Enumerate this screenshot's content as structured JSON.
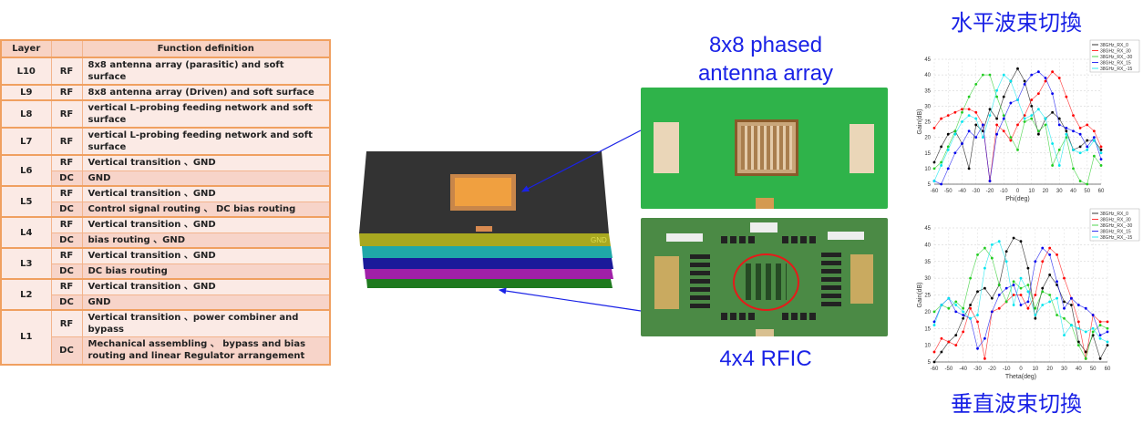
{
  "table": {
    "headers": [
      "Layer",
      "",
      "Function  definition"
    ],
    "rows": [
      {
        "layer": "L10",
        "type": "RF",
        "function": "8x8 antenna array (parasitic) and soft surface"
      },
      {
        "layer": "L9",
        "type": "RF",
        "function": "8x8 antenna array (Driven) and soft surface"
      },
      {
        "layer": "L8",
        "type": "RF",
        "function": "vertical L-probing feeding network and soft surface"
      },
      {
        "layer": "L7",
        "type": "RF",
        "function": "vertical L-probing feeding network and soft surface"
      },
      {
        "layer": "L6",
        "type": "RF",
        "function": "Vertical transition 、GND"
      },
      {
        "layer": "",
        "type": "DC",
        "function": "GND"
      },
      {
        "layer": "L5",
        "type": "RF",
        "function": "Vertical transition 、GND"
      },
      {
        "layer": "",
        "type": "DC",
        "function": "Control signal routing  、 DC bias routing"
      },
      {
        "layer": "L4",
        "type": "RF",
        "function": "Vertical transition 、GND"
      },
      {
        "layer": "",
        "type": "DC",
        "function": "bias routing 、GND"
      },
      {
        "layer": "L3",
        "type": "RF",
        "function": "Vertical transition 、GND"
      },
      {
        "layer": "",
        "type": "DC",
        "function": "DC bias routing"
      },
      {
        "layer": "L2",
        "type": "RF",
        "function": "Vertical transition 、GND"
      },
      {
        "layer": "",
        "type": "DC",
        "function": "GND"
      },
      {
        "layer": "L1",
        "type": "RF",
        "function": "Vertical transition 、power combiner and bypass"
      },
      {
        "layer": "",
        "type": "DC",
        "function": "Mechanical assembling  、 bypass and  bias routing and linear Regulator arrangement"
      }
    ]
  },
  "labels": {
    "antenna_title_line1": "8x8 phased",
    "antenna_title_line2": "antenna array",
    "rfic_title": "4x4 RFIC",
    "horizontal_title": "水平波束切換",
    "vertical_title": "垂直波束切換",
    "layer_stack_gnd": "GND"
  },
  "colors": {
    "title_blue": "#1a22e6",
    "arrow_blue": "#1a22e6"
  },
  "chart_data": [
    {
      "type": "line",
      "title": "",
      "xlabel": "Phi(deg)",
      "ylabel": "Gain(dB)",
      "xlim": [
        -60,
        60
      ],
      "ylim": [
        5,
        45
      ],
      "xticks": [
        -60,
        -50,
        -40,
        -30,
        -20,
        -10,
        0,
        10,
        20,
        30,
        40,
        50,
        60
      ],
      "yticks": [
        5,
        10,
        15,
        20,
        25,
        30,
        35,
        40,
        45
      ],
      "grid": true,
      "legend": "top-right",
      "x": [
        -60,
        -55,
        -50,
        -45,
        -40,
        -35,
        -30,
        -25,
        -20,
        -15,
        -10,
        -5,
        0,
        5,
        10,
        15,
        20,
        25,
        30,
        35,
        40,
        45,
        50,
        55,
        60
      ],
      "series": [
        {
          "name": "38GHz_RX_0",
          "color": "#000000",
          "values": [
            12,
            17,
            21,
            22,
            18,
            10,
            24,
            22,
            29,
            26,
            33,
            38,
            42,
            38,
            30,
            21,
            26,
            28,
            26,
            22,
            16,
            17,
            19,
            19,
            16
          ]
        },
        {
          "name": "38GHz_RX_30",
          "color": "#ff0000",
          "values": [
            23,
            26,
            27,
            28,
            29,
            29,
            28,
            24,
            6,
            24,
            22,
            19,
            24,
            27,
            32,
            34,
            38,
            41,
            39,
            33,
            27,
            23,
            24,
            22,
            17
          ]
        },
        {
          "name": "38GHz_RX_-30",
          "color": "#22cc22",
          "values": [
            10,
            12,
            17,
            22,
            28,
            33,
            37,
            40,
            40,
            33,
            27,
            20,
            16,
            25,
            26,
            22,
            24,
            11,
            16,
            20,
            10,
            6,
            5,
            14,
            11
          ]
        },
        {
          "name": "38GHz_RX_15",
          "color": "#0000ee",
          "values": [
            6,
            5,
            10,
            15,
            18,
            22,
            20,
            24,
            6,
            21,
            26,
            31,
            32,
            37,
            40,
            41,
            39,
            34,
            24,
            23,
            22,
            21,
            17,
            20,
            13
          ]
        },
        {
          "name": "38GHz_RX_-15",
          "color": "#00e5ee",
          "values": [
            6,
            11,
            16,
            21,
            25,
            27,
            26,
            20,
            27,
            35,
            40,
            38,
            32,
            26,
            27,
            29,
            26,
            18,
            11,
            21,
            16,
            15,
            16,
            19,
            15
          ]
        }
      ]
    },
    {
      "type": "line",
      "title": "",
      "xlabel": "Theta(deg)",
      "ylabel": "Gain(dB)",
      "xlim": [
        -60,
        60
      ],
      "ylim": [
        5,
        45
      ],
      "xticks": [
        -60,
        -50,
        -40,
        -30,
        -20,
        -10,
        0,
        10,
        20,
        30,
        40,
        50,
        60
      ],
      "yticks": [
        5,
        10,
        15,
        20,
        25,
        30,
        35,
        40,
        45
      ],
      "grid": true,
      "legend": "top-right",
      "x": [
        -60,
        -55,
        -50,
        -45,
        -40,
        -35,
        -30,
        -25,
        -20,
        -15,
        -10,
        -5,
        0,
        5,
        10,
        15,
        20,
        25,
        30,
        35,
        40,
        45,
        50,
        55,
        60
      ],
      "series": [
        {
          "name": "38GHz_RX_0",
          "color": "#000000",
          "values": [
            5,
            8,
            11,
            13,
            18,
            22,
            26,
            27,
            24,
            28,
            38,
            42,
            41,
            33,
            18,
            27,
            31,
            28,
            23,
            22,
            11,
            8,
            13,
            6,
            10
          ]
        },
        {
          "name": "38GHz_RX_30",
          "color": "#ff0000",
          "values": [
            8,
            12,
            11,
            10,
            14,
            21,
            17,
            6,
            20,
            21,
            23,
            25,
            25,
            21,
            25,
            35,
            39,
            37,
            30,
            24,
            17,
            6,
            19,
            17,
            17
          ]
        },
        {
          "name": "38GHz_RX_-30",
          "color": "#22cc22",
          "values": [
            20,
            22,
            21,
            23,
            21,
            30,
            37,
            39,
            36,
            28,
            23,
            29,
            27,
            28,
            21,
            26,
            25,
            19,
            18,
            16,
            10,
            6,
            14,
            16,
            15
          ]
        },
        {
          "name": "38GHz_RX_15",
          "color": "#0000ee",
          "values": [
            17,
            22,
            24,
            20,
            19,
            18,
            9,
            12,
            20,
            25,
            27,
            28,
            22,
            23,
            35,
            39,
            37,
            29,
            21,
            24,
            22,
            21,
            19,
            13,
            14
          ]
        },
        {
          "name": "38GHz_RX_-15",
          "color": "#00e5ee",
          "values": [
            16,
            22,
            24,
            22,
            20,
            18,
            19,
            33,
            40,
            41,
            35,
            22,
            30,
            26,
            19,
            22,
            23,
            24,
            13,
            16,
            15,
            14,
            15,
            12,
            11
          ]
        }
      ]
    }
  ]
}
